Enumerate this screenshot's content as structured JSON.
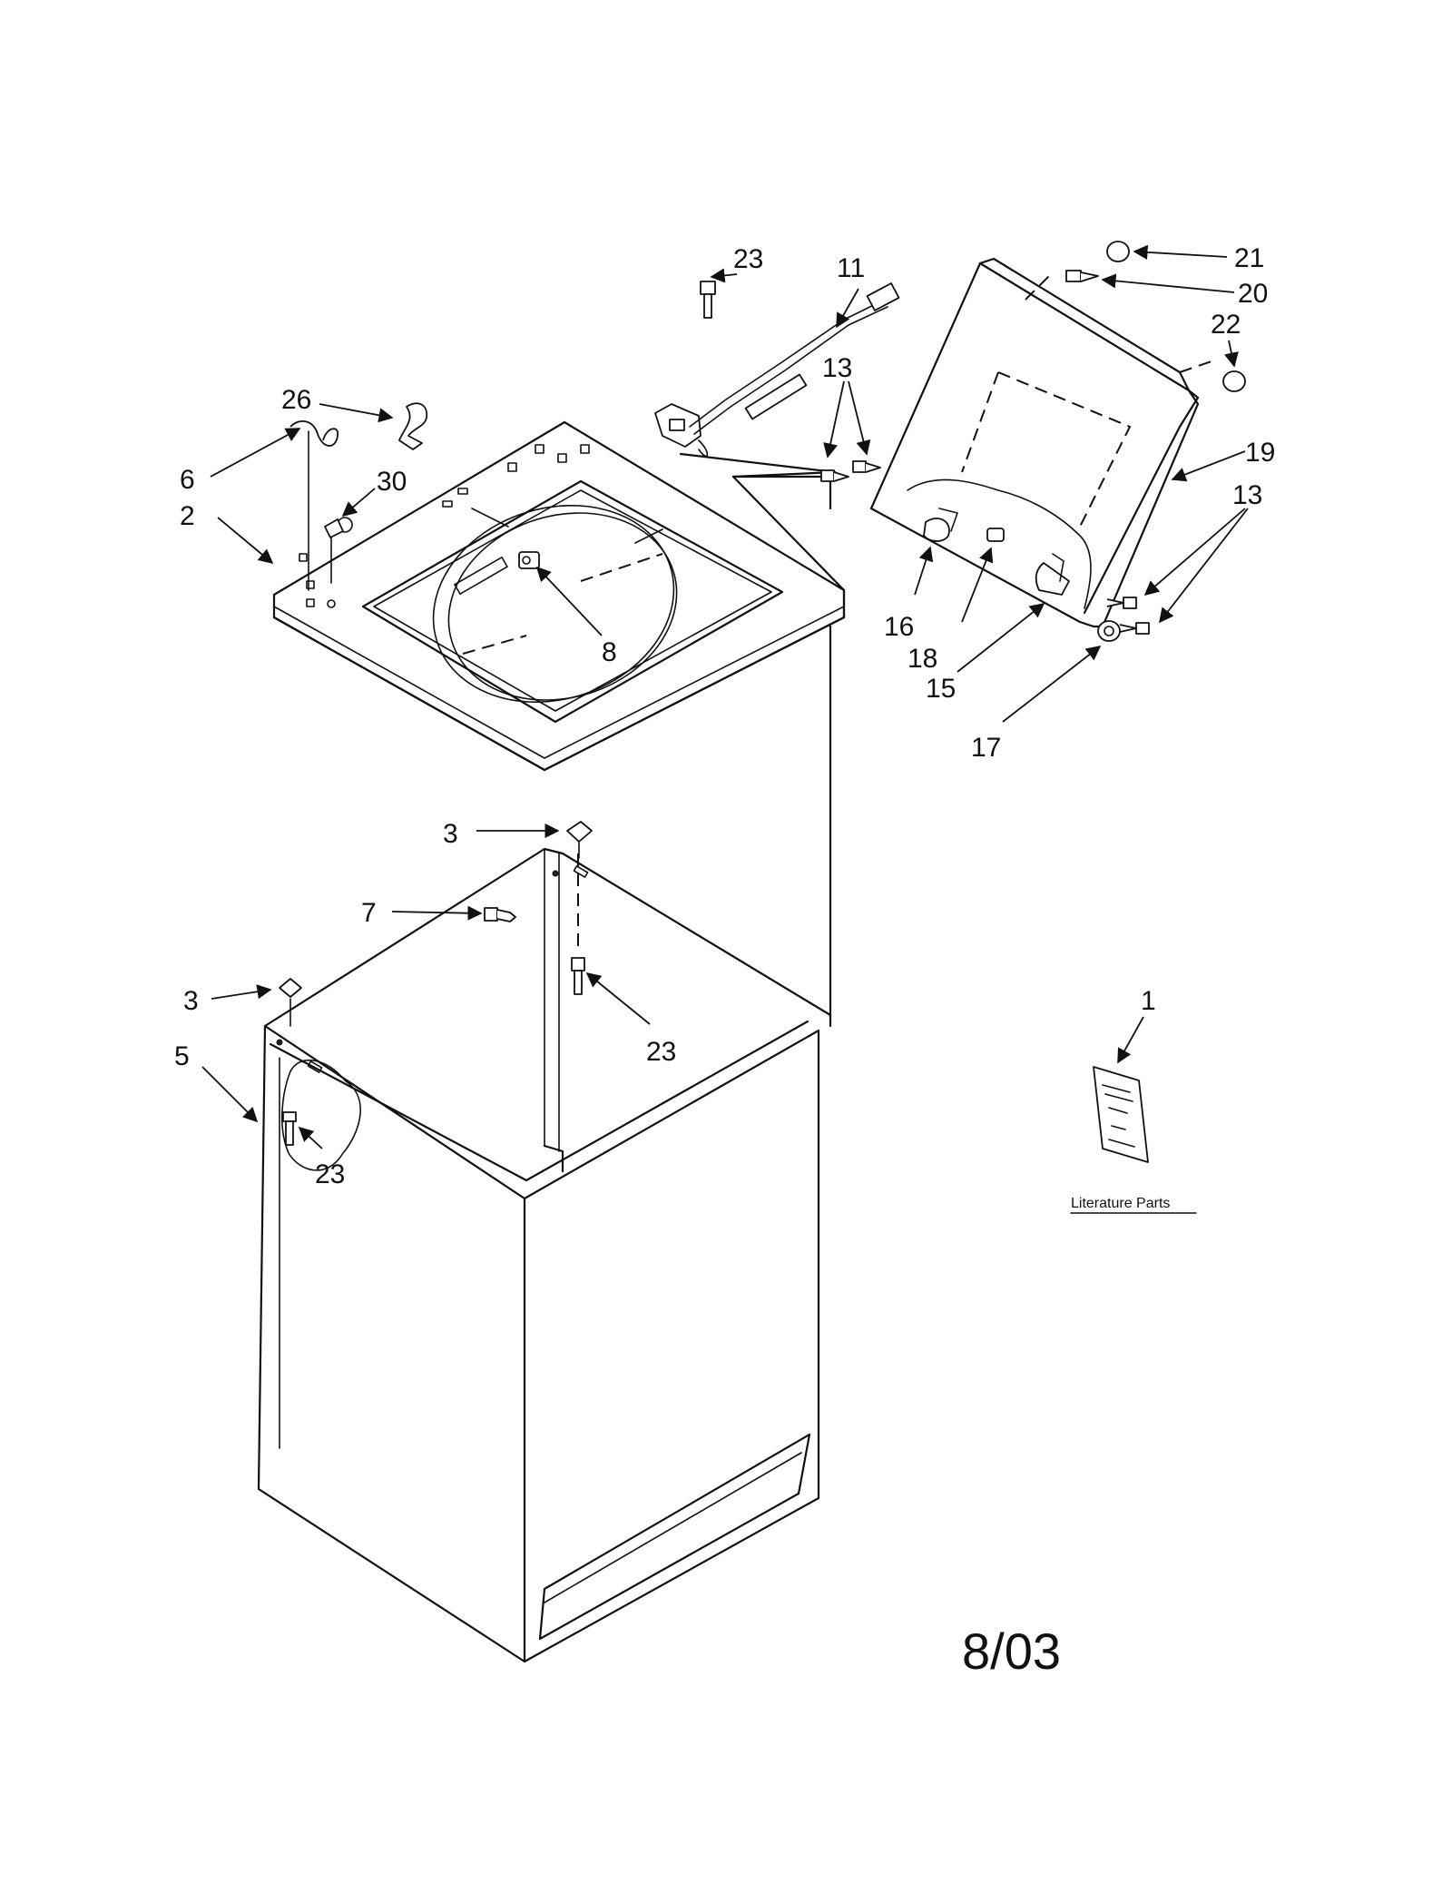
{
  "callouts": {
    "c1": "1",
    "c2": "2",
    "c3a": "3",
    "c3b": "3",
    "c5": "5",
    "c6": "6",
    "c7": "7",
    "c8": "8",
    "c11": "11",
    "c13a": "13",
    "c13b": "13",
    "c15": "15",
    "c16": "16",
    "c17": "17",
    "c18": "18",
    "c19": "19",
    "c20": "20",
    "c21": "21",
    "c22": "22",
    "c23a": "23",
    "c23b": "23",
    "c23c": "23",
    "c26": "26",
    "c30": "30"
  },
  "literature_label": "Literature Parts",
  "date_code": "8/03"
}
